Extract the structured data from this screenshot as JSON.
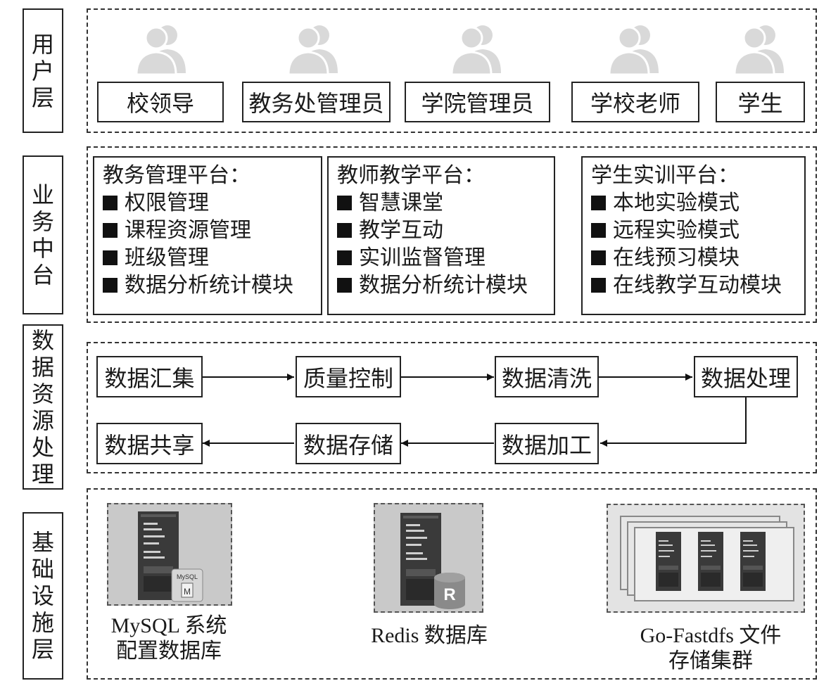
{
  "layers": {
    "user": [
      "用",
      "户",
      "层"
    ],
    "business": [
      "业",
      "务",
      "中",
      "台"
    ],
    "data_processing": [
      "数",
      "据",
      "资",
      "源",
      "处",
      "理"
    ],
    "infrastructure": [
      "基",
      "础",
      "设",
      "施",
      "层"
    ]
  },
  "users": [
    "校领导",
    "教务处管理员",
    "学院管理员",
    "学校老师",
    "学生"
  ],
  "platforms": [
    {
      "title": "教务管理平台：",
      "items": [
        "权限管理",
        "课程资源管理",
        "班级管理",
        "数据分析统计模块"
      ]
    },
    {
      "title": "教师教学平台：",
      "items": [
        "智慧课堂",
        "教学互动",
        "实训监督管理",
        "数据分析统计模块"
      ]
    },
    {
      "title": "学生实训平台：",
      "items": [
        "本地实验模式",
        "远程实验模式",
        "在线预习模块",
        "在线教学互动模块"
      ]
    }
  ],
  "data_flow": {
    "row1": [
      "数据汇集",
      "质量控制",
      "数据清洗",
      "数据处理"
    ],
    "row2": [
      "数据共享",
      "数据存储",
      "数据加工"
    ]
  },
  "infrastructure": {
    "mysql": {
      "caption_line1": "MySQL 系统",
      "caption_line2": "配置数据库",
      "badge_text": "MySQL",
      "badge_letter": "M"
    },
    "redis": {
      "caption_line1": "Redis 数据库",
      "badge_letter": "R"
    },
    "fastdfs": {
      "caption_line1": "Go-Fastdfs 文件",
      "caption_line2": "存储集群"
    }
  },
  "colors": {
    "icon_gray": "#d9d9d9",
    "server_dark": "#3a3a3a",
    "tile_bg": "#c9c9c9"
  }
}
